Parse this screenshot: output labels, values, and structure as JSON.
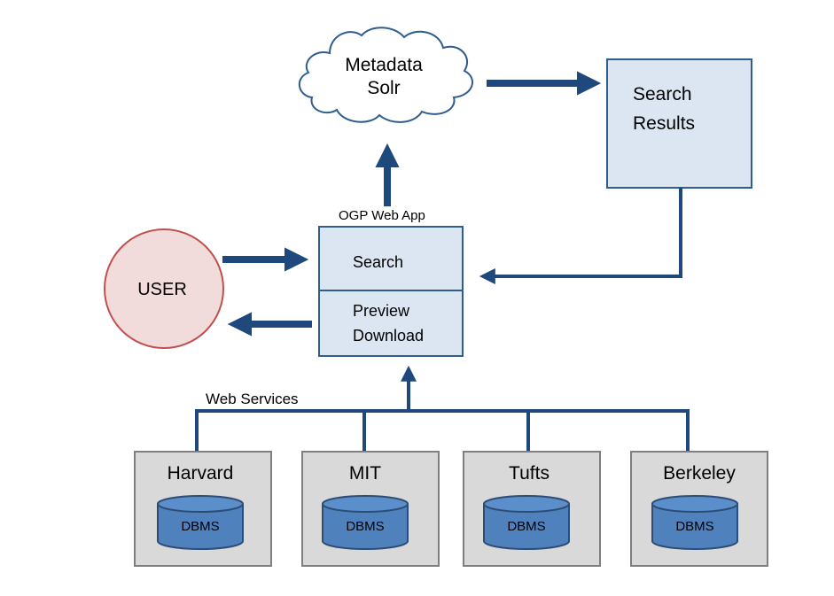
{
  "cloud": {
    "line1": "Metadata",
    "line2": "Solr"
  },
  "results": {
    "line1": "Search",
    "line2": "Results"
  },
  "webapp": {
    "title": "OGP Web App",
    "search": "Search",
    "preview": "Preview",
    "download": "Download"
  },
  "user": {
    "label": "USER"
  },
  "services_label": "Web Services",
  "institutions": [
    {
      "name": "Harvard",
      "db": "DBMS"
    },
    {
      "name": "MIT",
      "db": "DBMS"
    },
    {
      "name": "Tufts",
      "db": "DBMS"
    },
    {
      "name": "Berkeley",
      "db": "DBMS"
    }
  ],
  "colors": {
    "arrow": "#1f497d",
    "box_fill": "#dce6f2",
    "box_stroke": "#2e5d8e",
    "user_fill": "#f2dcdb",
    "user_stroke": "#c0504d",
    "inst_fill": "#d9d9d9",
    "inst_stroke": "#7f7f7f",
    "db_fill": "#4f81bd",
    "db_stroke": "#2c4d75"
  }
}
